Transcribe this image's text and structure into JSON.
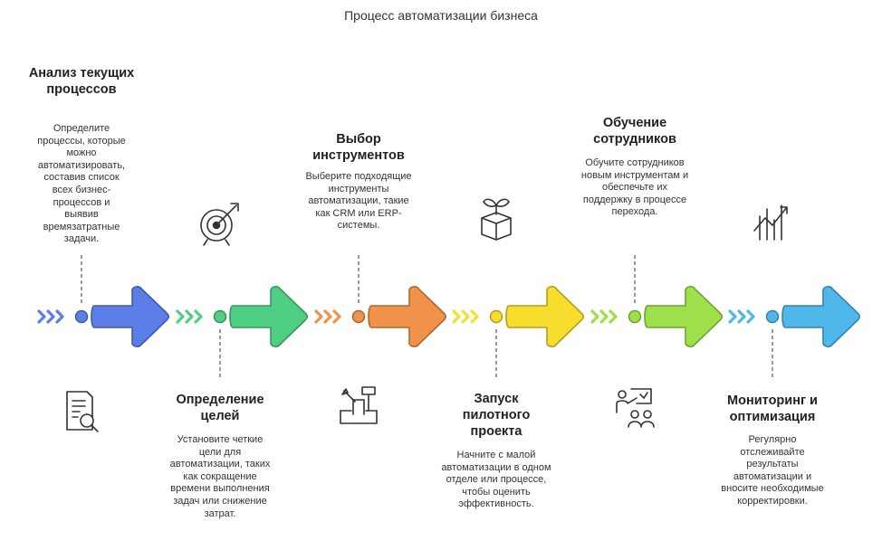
{
  "title": "Процесс автоматизации бизнеса",
  "steps": [
    {
      "title": "Анализ текущих процессов",
      "desc": "Определите процессы, которые можно автоматизировать, составив список всех бизнес-процессов и выявив времязатратные задачи.",
      "icon": "document-search-icon",
      "color": "#5b7fe6",
      "position": "top"
    },
    {
      "title": "Определение целей",
      "desc": "Установите четкие цели для автоматизации, таких как сокращение времени выполнения задач или снижение затрат.",
      "icon": "target-icon",
      "color": "#4fcf84",
      "position": "bottom"
    },
    {
      "title": "Выбор инструментов",
      "desc": "Выберите подходящие инструменты автоматизации, такие как CRM или ERP-системы.",
      "icon": "toolbox-icon",
      "color": "#f0924a",
      "position": "top"
    },
    {
      "title": "Запуск пилотного проекта",
      "desc": "Начните с малой автоматизации в одном отделе или процессе, чтобы оценить эффективность.",
      "icon": "sprout-box-icon",
      "color": "#f7dd2c",
      "position": "bottom"
    },
    {
      "title": "Обучение сотрудников",
      "desc": "Обучите сотрудников новым инструментам и обеспечьте их поддержку в процессе перехода.",
      "icon": "training-icon",
      "color": "#9ee04a",
      "position": "top"
    },
    {
      "title": "Мониторинг и оптимизация",
      "desc": "Регулярно отслеживайте результаты автоматизации и вносите необходимые корректировки.",
      "icon": "growth-chart-icon",
      "color": "#4fb8ea",
      "position": "bottom"
    }
  ]
}
